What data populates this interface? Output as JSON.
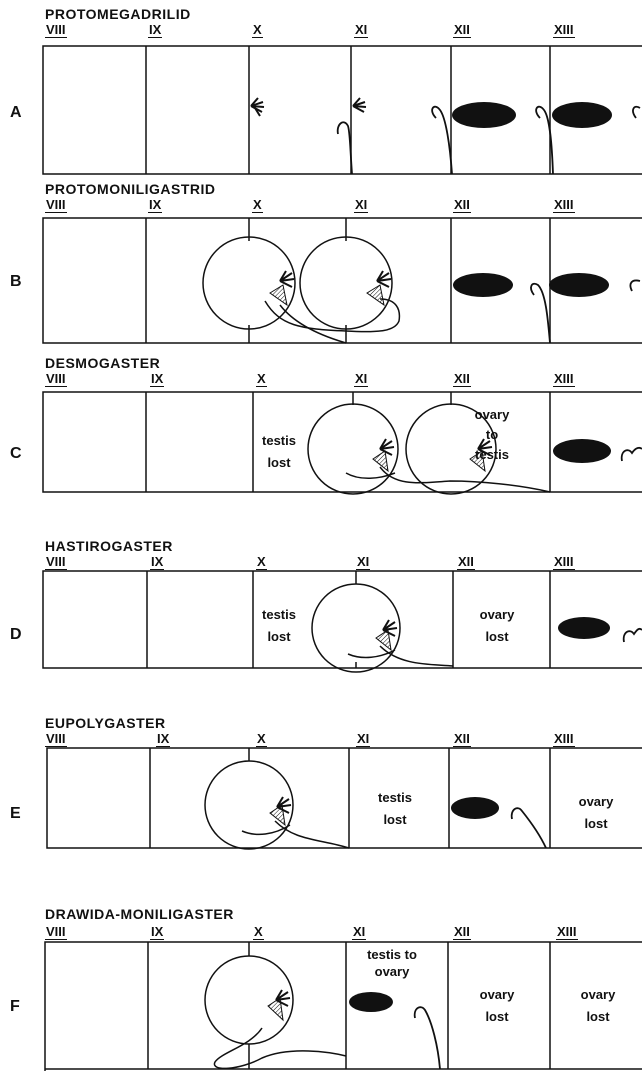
{
  "segments": [
    "VIII",
    "IX",
    "X",
    "XI",
    "XII",
    "XIII"
  ],
  "panels": [
    {
      "letter": "A",
      "title": "PROTOMEGADRILID",
      "notes": []
    },
    {
      "letter": "B",
      "title": "PROTOMONILIGASTRID",
      "notes": []
    },
    {
      "letter": "C",
      "title": "DESMOGASTER",
      "notes": [
        {
          "id": "c-testis-lost",
          "lines": [
            "testis",
            "lost"
          ]
        },
        {
          "id": "c-ovary-to-testis",
          "lines": [
            "ovary",
            "to",
            "testis"
          ]
        }
      ]
    },
    {
      "letter": "D",
      "title": "HASTIROGASTER",
      "notes": [
        {
          "id": "d-testis-lost",
          "lines": [
            "testis",
            "lost"
          ]
        },
        {
          "id": "d-ovary-lost",
          "lines": [
            "ovary",
            "lost"
          ]
        }
      ]
    },
    {
      "letter": "E",
      "title": "EUPOLYGASTER",
      "notes": [
        {
          "id": "e-testis-lost",
          "lines": [
            "testis",
            "lost"
          ]
        },
        {
          "id": "e-ovary-lost",
          "lines": [
            "ovary",
            "lost"
          ]
        }
      ]
    },
    {
      "letter": "F",
      "title": "DRAWIDA-MONILIGASTER",
      "notes": [
        {
          "id": "f-testis-to-ovary",
          "lines": [
            "testis to",
            "ovary"
          ]
        },
        {
          "id": "f-ovary-lost-12",
          "lines": [
            "ovary",
            "lost"
          ]
        },
        {
          "id": "f-ovary-lost-13",
          "lines": [
            "ovary",
            "lost"
          ]
        }
      ]
    }
  ]
}
